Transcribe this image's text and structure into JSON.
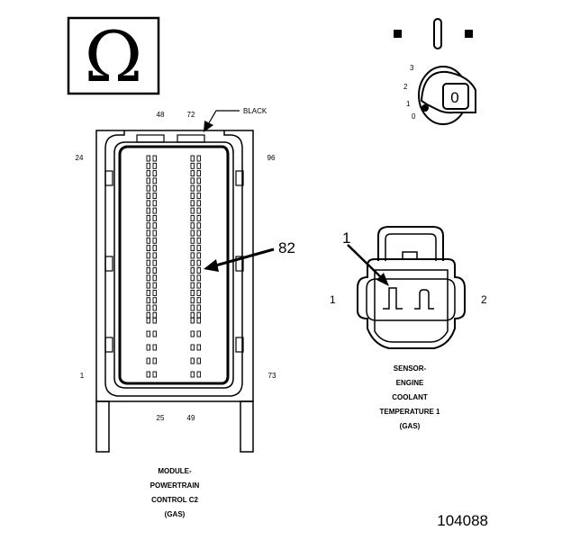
{
  "ohmmeter": {
    "symbol": "Ω"
  },
  "ignition_switch": {
    "positions": [
      "3",
      "2",
      "1",
      "0"
    ],
    "key_label": "0"
  },
  "pcm_connector": {
    "labels": {
      "top_left_pin": "48",
      "top_right_pin": "72",
      "color": "BLACK",
      "left_top_pin": "24",
      "right_top_pin": "96",
      "left_bottom_pin": "1",
      "right_bottom_pin": "73",
      "bottom_left_pin": "25",
      "bottom_right_pin": "49"
    },
    "callout": "82",
    "caption": [
      "MODULE-",
      "POWERTRAIN",
      "CONTROL C2",
      "(GAS)"
    ]
  },
  "ect_sensor": {
    "callout": "1",
    "left_pin": "1",
    "right_pin": "2",
    "caption": [
      "SENSOR-",
      "ENGINE",
      "COOLANT",
      "TEMPERATURE 1",
      "(GAS)"
    ]
  },
  "figure_number": "104088"
}
